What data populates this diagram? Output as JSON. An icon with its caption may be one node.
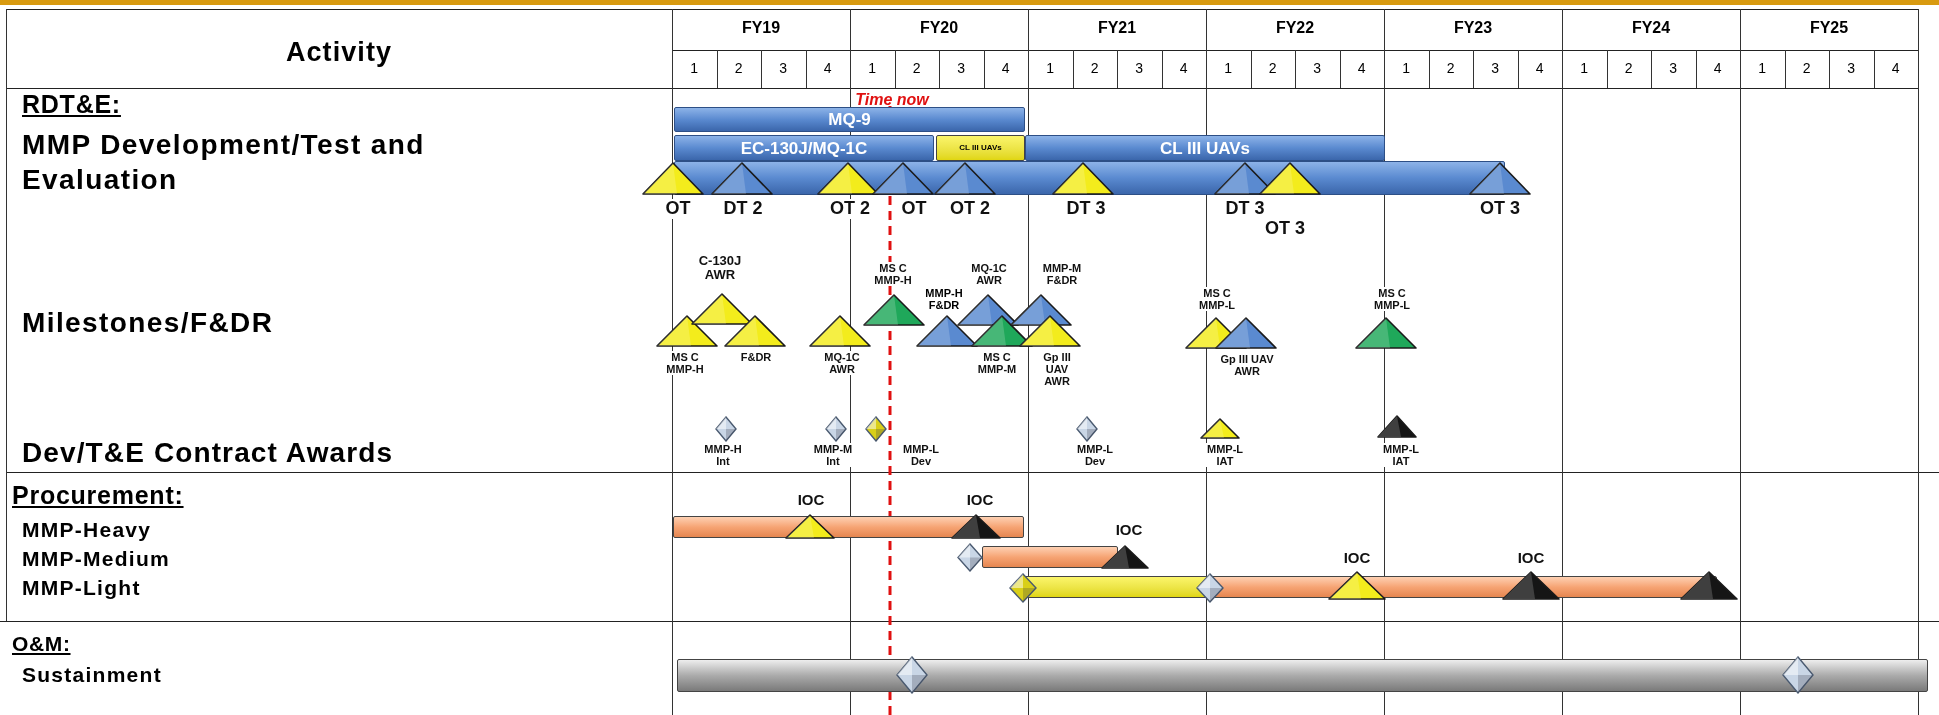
{
  "diagram": {
    "nodes": [
      {
        "text": [
          "MQ-9"
        ]
      },
      {
        "text": [
          "EC-130J/MQ-1C"
        ]
      },
      {
        "text": [
          "CL III UAVs"
        ]
      },
      {
        "text": [
          "CL III UAVs"
        ]
      },
      {
        "text": [],
        "shape": "bar"
      },
      {
        "text": [],
        "shape": "triangle",
        "beside": [
          "OT"
        ]
      },
      {
        "text": [],
        "shape": "triangle",
        "beside": [
          "DT 2"
        ],
        "in": 4
      },
      {
        "text": [],
        "shape": "triangle",
        "beside": [
          "OT 2"
        ],
        "in": 4
      },
      {
        "text": [],
        "shape": "triangle",
        "beside": [
          "OT"
        ],
        "in": 4
      },
      {
        "text": [],
        "shape": "triangle",
        "beside": [
          "OT 2"
        ],
        "in": 4
      },
      {
        "text": [],
        "shape": "triangle",
        "beside": [
          "DT 3"
        ],
        "in": 4
      },
      {
        "text": [],
        "shape": "triangle",
        "beside": [
          "DT 3"
        ],
        "in": 4
      },
      {
        "text": [],
        "shape": "triangle",
        "beside": [
          "OT 3"
        ],
        "in": 4
      },
      {
        "text": [],
        "shape": "triangle",
        "beside": [
          "OT 3"
        ]
      },
      {
        "text": [],
        "shape": "triangle",
        "beside": [
          "MS C MMP-H"
        ]
      },
      {
        "text": [],
        "shape": "triangle",
        "beside": [
          "C-130J AWR"
        ]
      },
      {
        "text": [],
        "shape": "triangle",
        "beside": [
          "F&DR"
        ]
      },
      {
        "text": [],
        "shape": "triangle",
        "beside": [
          "MQ-1C AWR"
        ]
      },
      {
        "text": [],
        "shape": "triangle",
        "beside": [
          "MS C MMP-H"
        ]
      },
      {
        "text": [],
        "shape": "triangle"
      },
      {
        "text": [],
        "shape": "triangle",
        "beside": [
          "MQ-1C AWR"
        ]
      },
      {
        "text": [],
        "shape": "triangle",
        "beside": [
          "MS C MMP-M"
        ]
      },
      {
        "text": [],
        "shape": "triangle",
        "beside": [
          "MMP-M F&DR"
        ]
      },
      {
        "text": [],
        "shape": "triangle",
        "beside": [
          "Gp III UAV AWR"
        ]
      },
      {
        "text": [],
        "shape": "triangle",
        "beside": [
          "MS C MMP-L"
        ]
      },
      {
        "text": [],
        "shape": "triangle",
        "beside": [
          "Gp III UAV AWR"
        ]
      },
      {
        "text": [],
        "shape": "triangle",
        "beside": [
          "MS C MMP-L"
        ]
      },
      {
        "text": [],
        "shape": "diamond",
        "beside": [
          "MMP-H Int"
        ]
      },
      {
        "text": [],
        "shape": "diamond",
        "beside": [
          "MMP-M Int"
        ]
      },
      {
        "text": [],
        "shape": "diamond",
        "beside": [
          "MMP-L Dev"
        ]
      },
      {
        "text": [],
        "shape": "diamond",
        "beside": [
          "MMP-L Dev"
        ]
      },
      {
        "text": [],
        "shape": "triangle",
        "beside": [
          "MMP-L IAT"
        ]
      },
      {
        "text": [],
        "shape": "triangle",
        "beside": [
          "MMP-L IAT"
        ]
      },
      {
        "text": [],
        "shape": "bar"
      },
      {
        "text": [],
        "shape": "triangle",
        "beside": [
          "IOC"
        ],
        "in": 33
      },
      {
        "text": [],
        "shape": "triangle",
        "beside": [
          "IOC"
        ],
        "in": 33
      },
      {
        "text": [],
        "shape": "diamond"
      },
      {
        "text": [],
        "shape": "bar"
      },
      {
        "text": [],
        "shape": "triangle",
        "beside": [
          "IOC"
        ]
      },
      {
        "text": [],
        "shape": "diamond"
      },
      {
        "text": [],
        "shape": "bar"
      },
      {
        "text": [],
        "shape": "diamond"
      },
      {
        "text": [],
        "shape": "bar"
      },
      {
        "text": [],
        "shape": "triangle",
        "beside": [
          "IOC"
        ]
      },
      {
        "text": [],
        "shape": "triangle",
        "beside": [
          "IOC"
        ]
      },
      {
        "text": [],
        "shape": "triangle"
      },
      {
        "text": [],
        "shape": "bar"
      },
      {
        "text": [],
        "shape": "diamond",
        "in": 46
      },
      {
        "text": [],
        "shape": "diamond",
        "in": 46
      }
    ],
    "labels": [
      "Activity",
      "FY19",
      "FY20",
      "FY21",
      "FY22",
      "FY23",
      "FY24",
      "FY25",
      "1",
      "2",
      "3",
      "4",
      "1",
      "2",
      "3",
      "4",
      "1",
      "2",
      "3",
      "4",
      "1",
      "2",
      "3",
      "4",
      "1",
      "2",
      "3",
      "4",
      "1",
      "2",
      "3",
      "4",
      "1",
      "2",
      "3",
      "4",
      "Time now",
      "RDT&E:",
      "MMP Development/Test and Evaluation",
      "Milestones/F&DR",
      "Dev/T&E Contract Awards",
      "Procurement:",
      "MMP-Heavy",
      "MMP-Medium",
      "MMP-Light",
      "O&M:",
      "Sustainment",
      "MMP-H F&DR"
    ]
  }
}
